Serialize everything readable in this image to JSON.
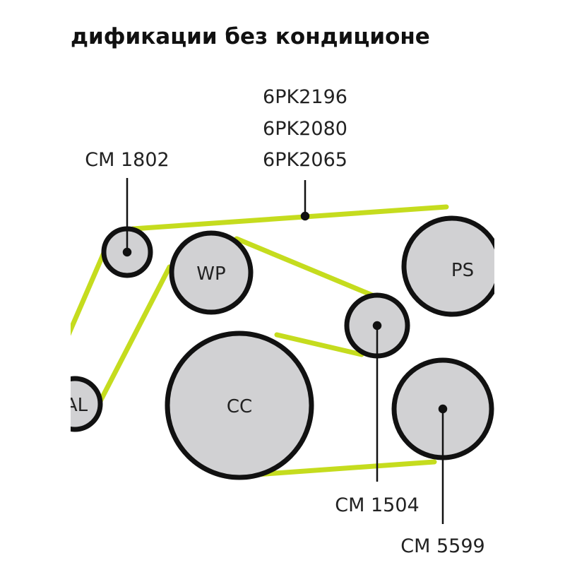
{
  "title": "дификации без кондиционе",
  "belt_color": "#c5dc1e",
  "pulley_fill": "#d1d1d3",
  "belt": {
    "codes": [
      "6PK2196",
      "6PK2080",
      "6PK2065"
    ]
  },
  "pulleys": {
    "idler_top": {
      "part": "CM 1802"
    },
    "water_pump": {
      "label": "WP"
    },
    "power_steering": {
      "label": "PS"
    },
    "tensioner": {
      "part": "CM 1504"
    },
    "crankshaft": {
      "label": "CC"
    },
    "lower_right": {
      "part": "CM 5599"
    },
    "alternator": {
      "label": "AL"
    }
  }
}
